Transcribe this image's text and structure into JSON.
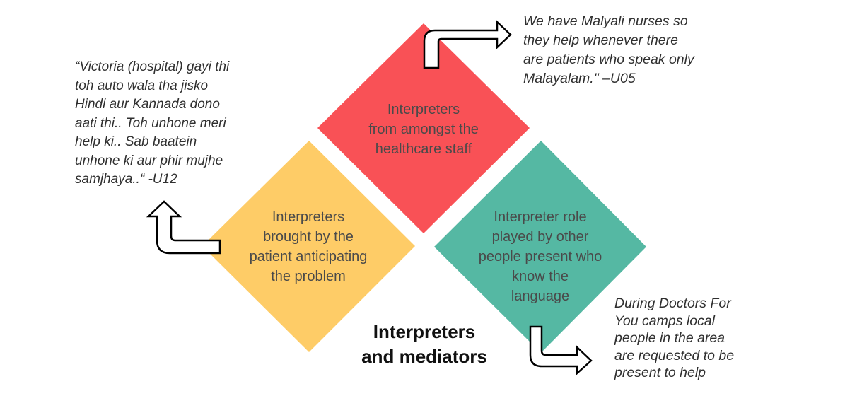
{
  "colors": {
    "top": "#f95156",
    "left": "#fecc67",
    "right": "#55b8a3",
    "arrow_stroke": "#000000",
    "arrow_fill": "#ffffff"
  },
  "diamonds": {
    "top": {
      "label": "Interpreters\nfrom amongst the\nhealthcare staff"
    },
    "left": {
      "label": "Interpreters\nbrought by the\npatient anticipating\nthe problem"
    },
    "right": {
      "label": "Interpreter role\nplayed by other\npeople present who\nknow the\nlanguage"
    }
  },
  "title": "Interpreters\nand mediators",
  "quotes": {
    "top_right": "We have Malyali nurses so\nthey help whenever there\nare patients who speak only\nMalayalam.\" –U05",
    "top_left": "“Victoria (hospital) gayi thi\ntoh auto wala tha jisko\nHindi aur Kannada dono\naati thi.. Toh unhone meri\nhelp ki.. Sab baatein\nunhone ki aur phir mujhe\nsamjhaya..“ -U12",
    "bottom_right": "During Doctors For\nYou camps local\npeople in the area\nare requested to be\npresent to help"
  }
}
